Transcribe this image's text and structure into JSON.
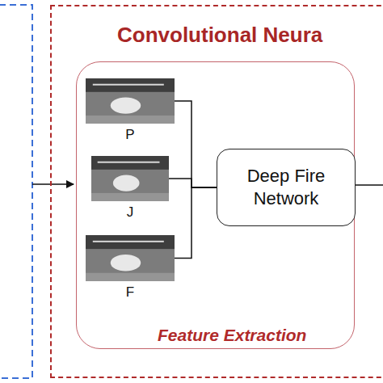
{
  "diagram": {
    "nodes": [
      {
        "text": [
          "Convolutional Neura"
        ]
      },
      {
        "text": [
          "Feature Extraction"
        ],
        "in": 0
      },
      {
        "text": [
          "P"
        ],
        "in": 1
      },
      {
        "text": [
          "J"
        ],
        "in": 1
      },
      {
        "text": [
          "F"
        ],
        "in": 1
      },
      {
        "text": [
          "Deep Fire Network"
        ],
        "in": 1
      }
    ],
    "edges": [
      {
        "from": 2,
        "to": 5,
        "arrow": "none"
      },
      {
        "from": 3,
        "to": 5,
        "arrow": "none"
      },
      {
        "from": 4,
        "to": 5,
        "arrow": "none"
      }
    ]
  }
}
